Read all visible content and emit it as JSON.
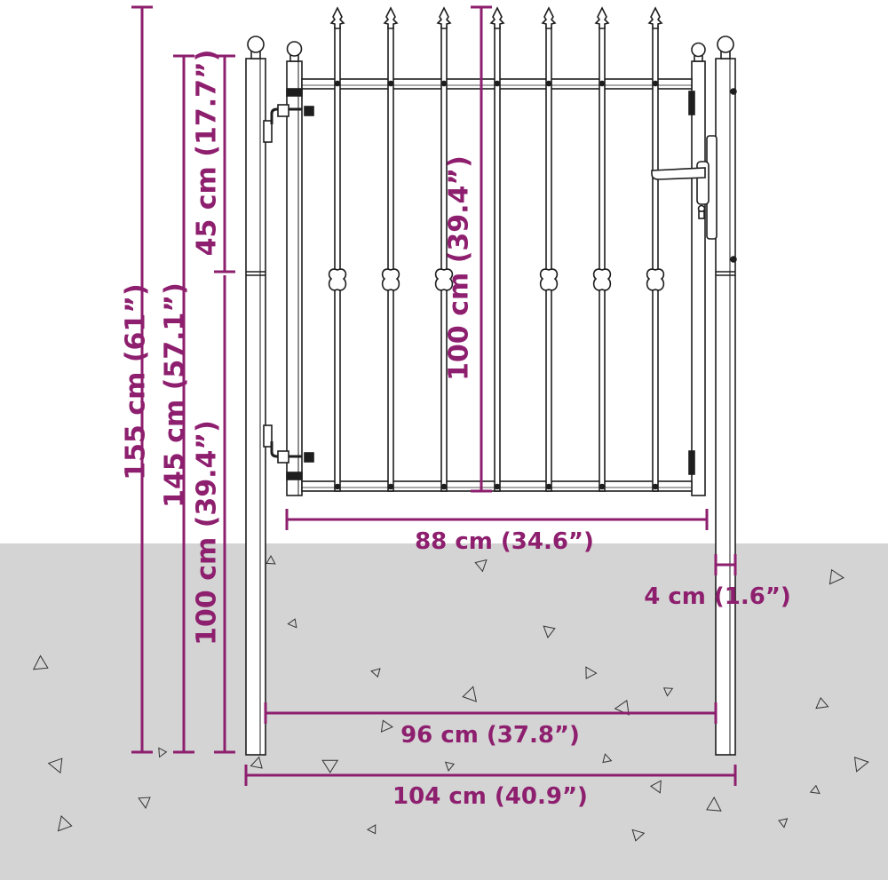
{
  "colors": {
    "dimension": "#8d1f6e",
    "ground": "#d4d4d4",
    "background": "#ffffff",
    "line_art": "#1e1e1e"
  },
  "dimensions": {
    "total_height": "155 cm (61”)",
    "gate_height": "145 cm (57.1”)",
    "top_section": "45 cm (17.7”)",
    "lower_section": "100 cm (39.4”)",
    "gate_panel_height": "100 cm (39.4”)",
    "gate_width": "88 cm (34.6”)",
    "post_width": "4 cm (1.6”)",
    "opening_width": "96 cm (37.8”)",
    "total_width": "104 cm (40.9”)"
  }
}
